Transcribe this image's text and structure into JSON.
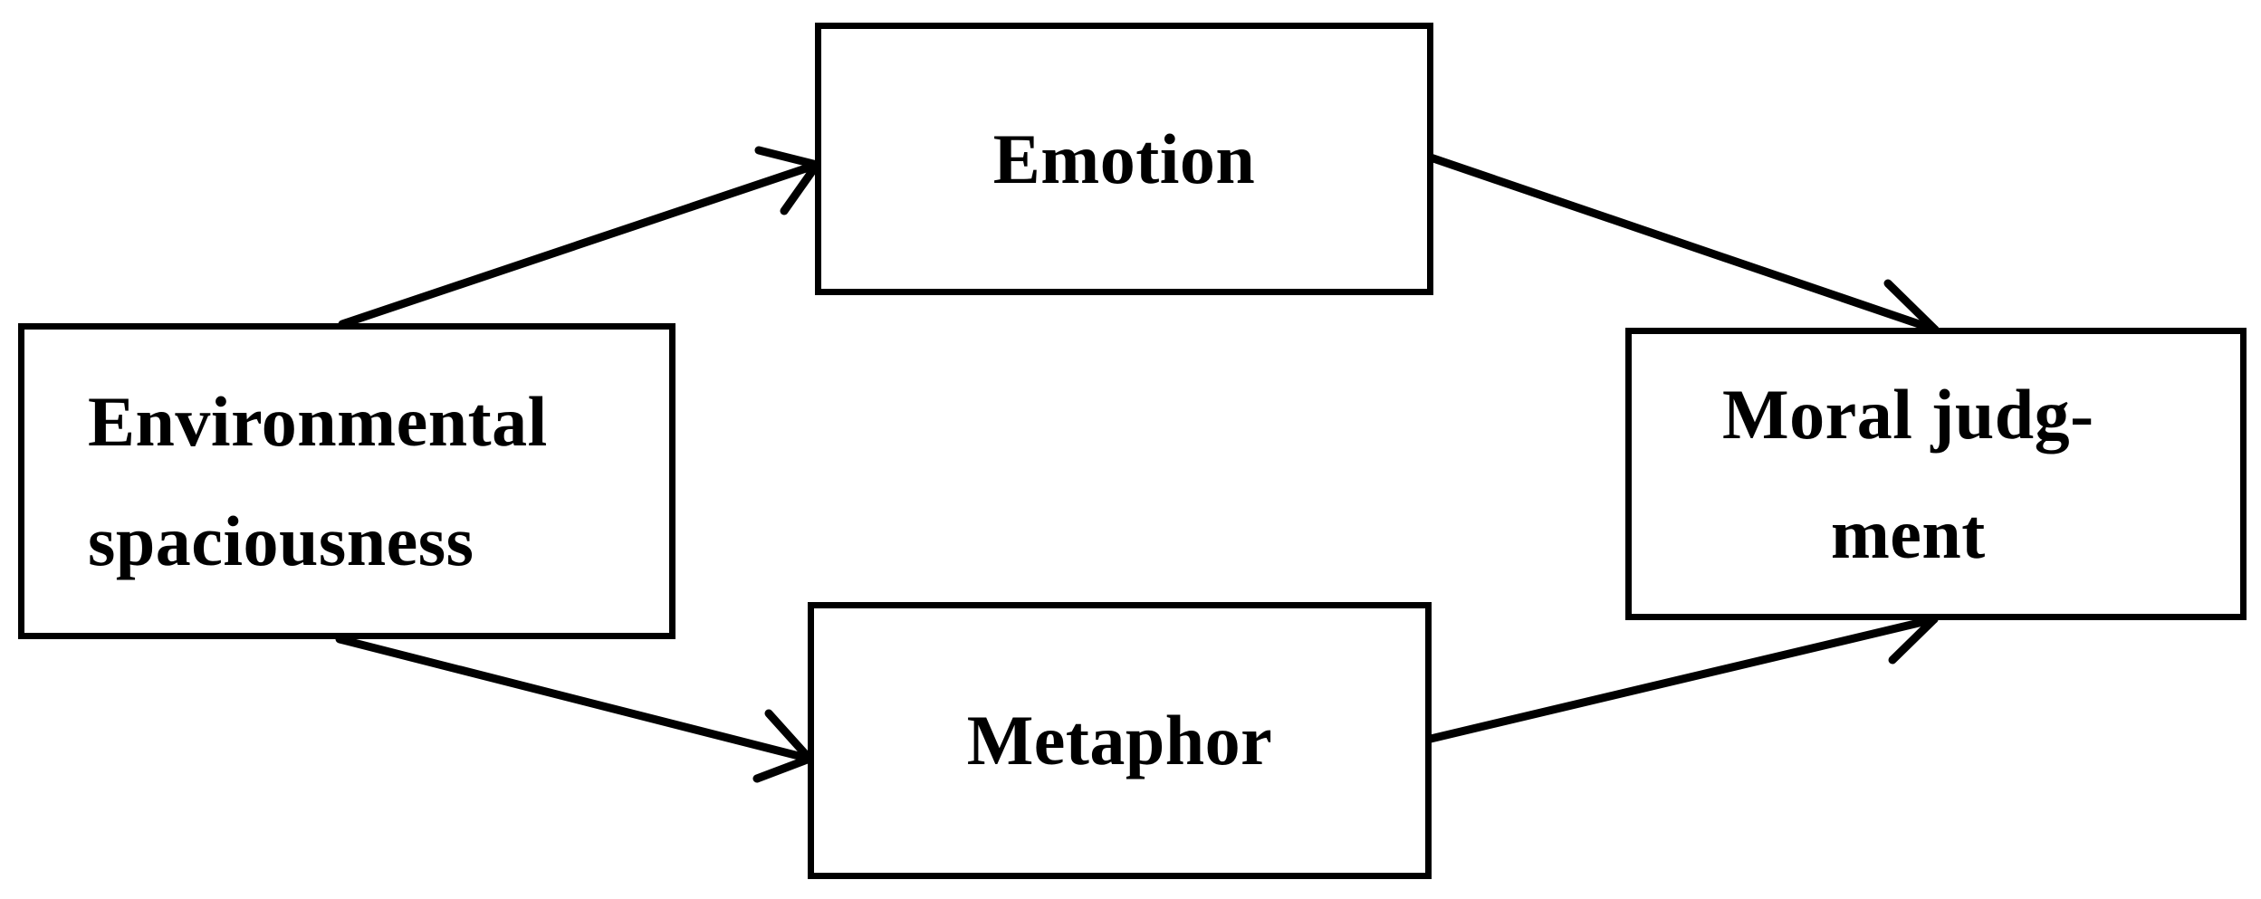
{
  "diagram": {
    "type": "conceptual-path-model",
    "background_color": "#ffffff",
    "stroke_color": "#000000",
    "nodes": [
      {
        "id": "environmental",
        "lines": [
          "Environmental",
          "spaciousness"
        ],
        "line1": "Environmental",
        "line2": "spaciousness"
      },
      {
        "id": "emotion",
        "lines": [
          "Emotion"
        ],
        "line1": "Emotion"
      },
      {
        "id": "metaphor",
        "lines": [
          "Metaphor"
        ],
        "line1": "Metaphor"
      },
      {
        "id": "moral",
        "lines": [
          "Moral judg-",
          "ment"
        ],
        "line1": "Moral judg-",
        "line2": "ment"
      }
    ],
    "edges": [
      {
        "id": "env-to-emotion",
        "from": "environmental",
        "to": "emotion",
        "label": "",
        "arrowhead": "open-v"
      },
      {
        "id": "emotion-to-moral",
        "from": "emotion",
        "to": "moral",
        "label": "",
        "arrowhead": "open-v"
      },
      {
        "id": "env-to-metaphor",
        "from": "environmental",
        "to": "metaphor",
        "label": "",
        "arrowhead": "open-v"
      },
      {
        "id": "metaphor-to-moral",
        "from": "metaphor",
        "to": "moral",
        "label": "",
        "arrowhead": "open-v"
      }
    ]
  }
}
